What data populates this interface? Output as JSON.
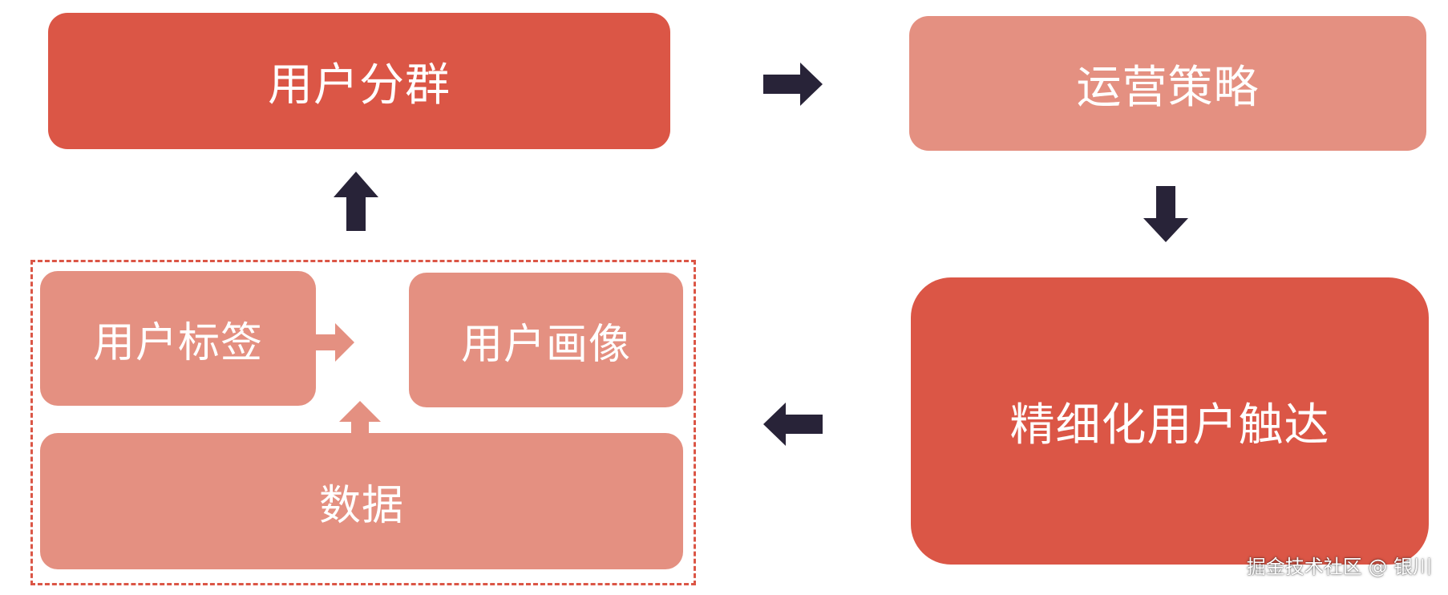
{
  "nodes": {
    "segmentation": "用户分群",
    "strategy": "运营策略",
    "touch": "精细化用户触达",
    "tags": "用户标签",
    "portrait": "用户画像",
    "data": "数据"
  },
  "colors": {
    "primary_box": "#db5646",
    "secondary_box": "#e49081",
    "dark_arrow": "#282338",
    "light_arrow": "#e49081",
    "dashed_border": "#db5646"
  },
  "icons": {
    "flow_arrow": "arrow-icon"
  },
  "watermark": "掘金技术社区 @ 银川"
}
